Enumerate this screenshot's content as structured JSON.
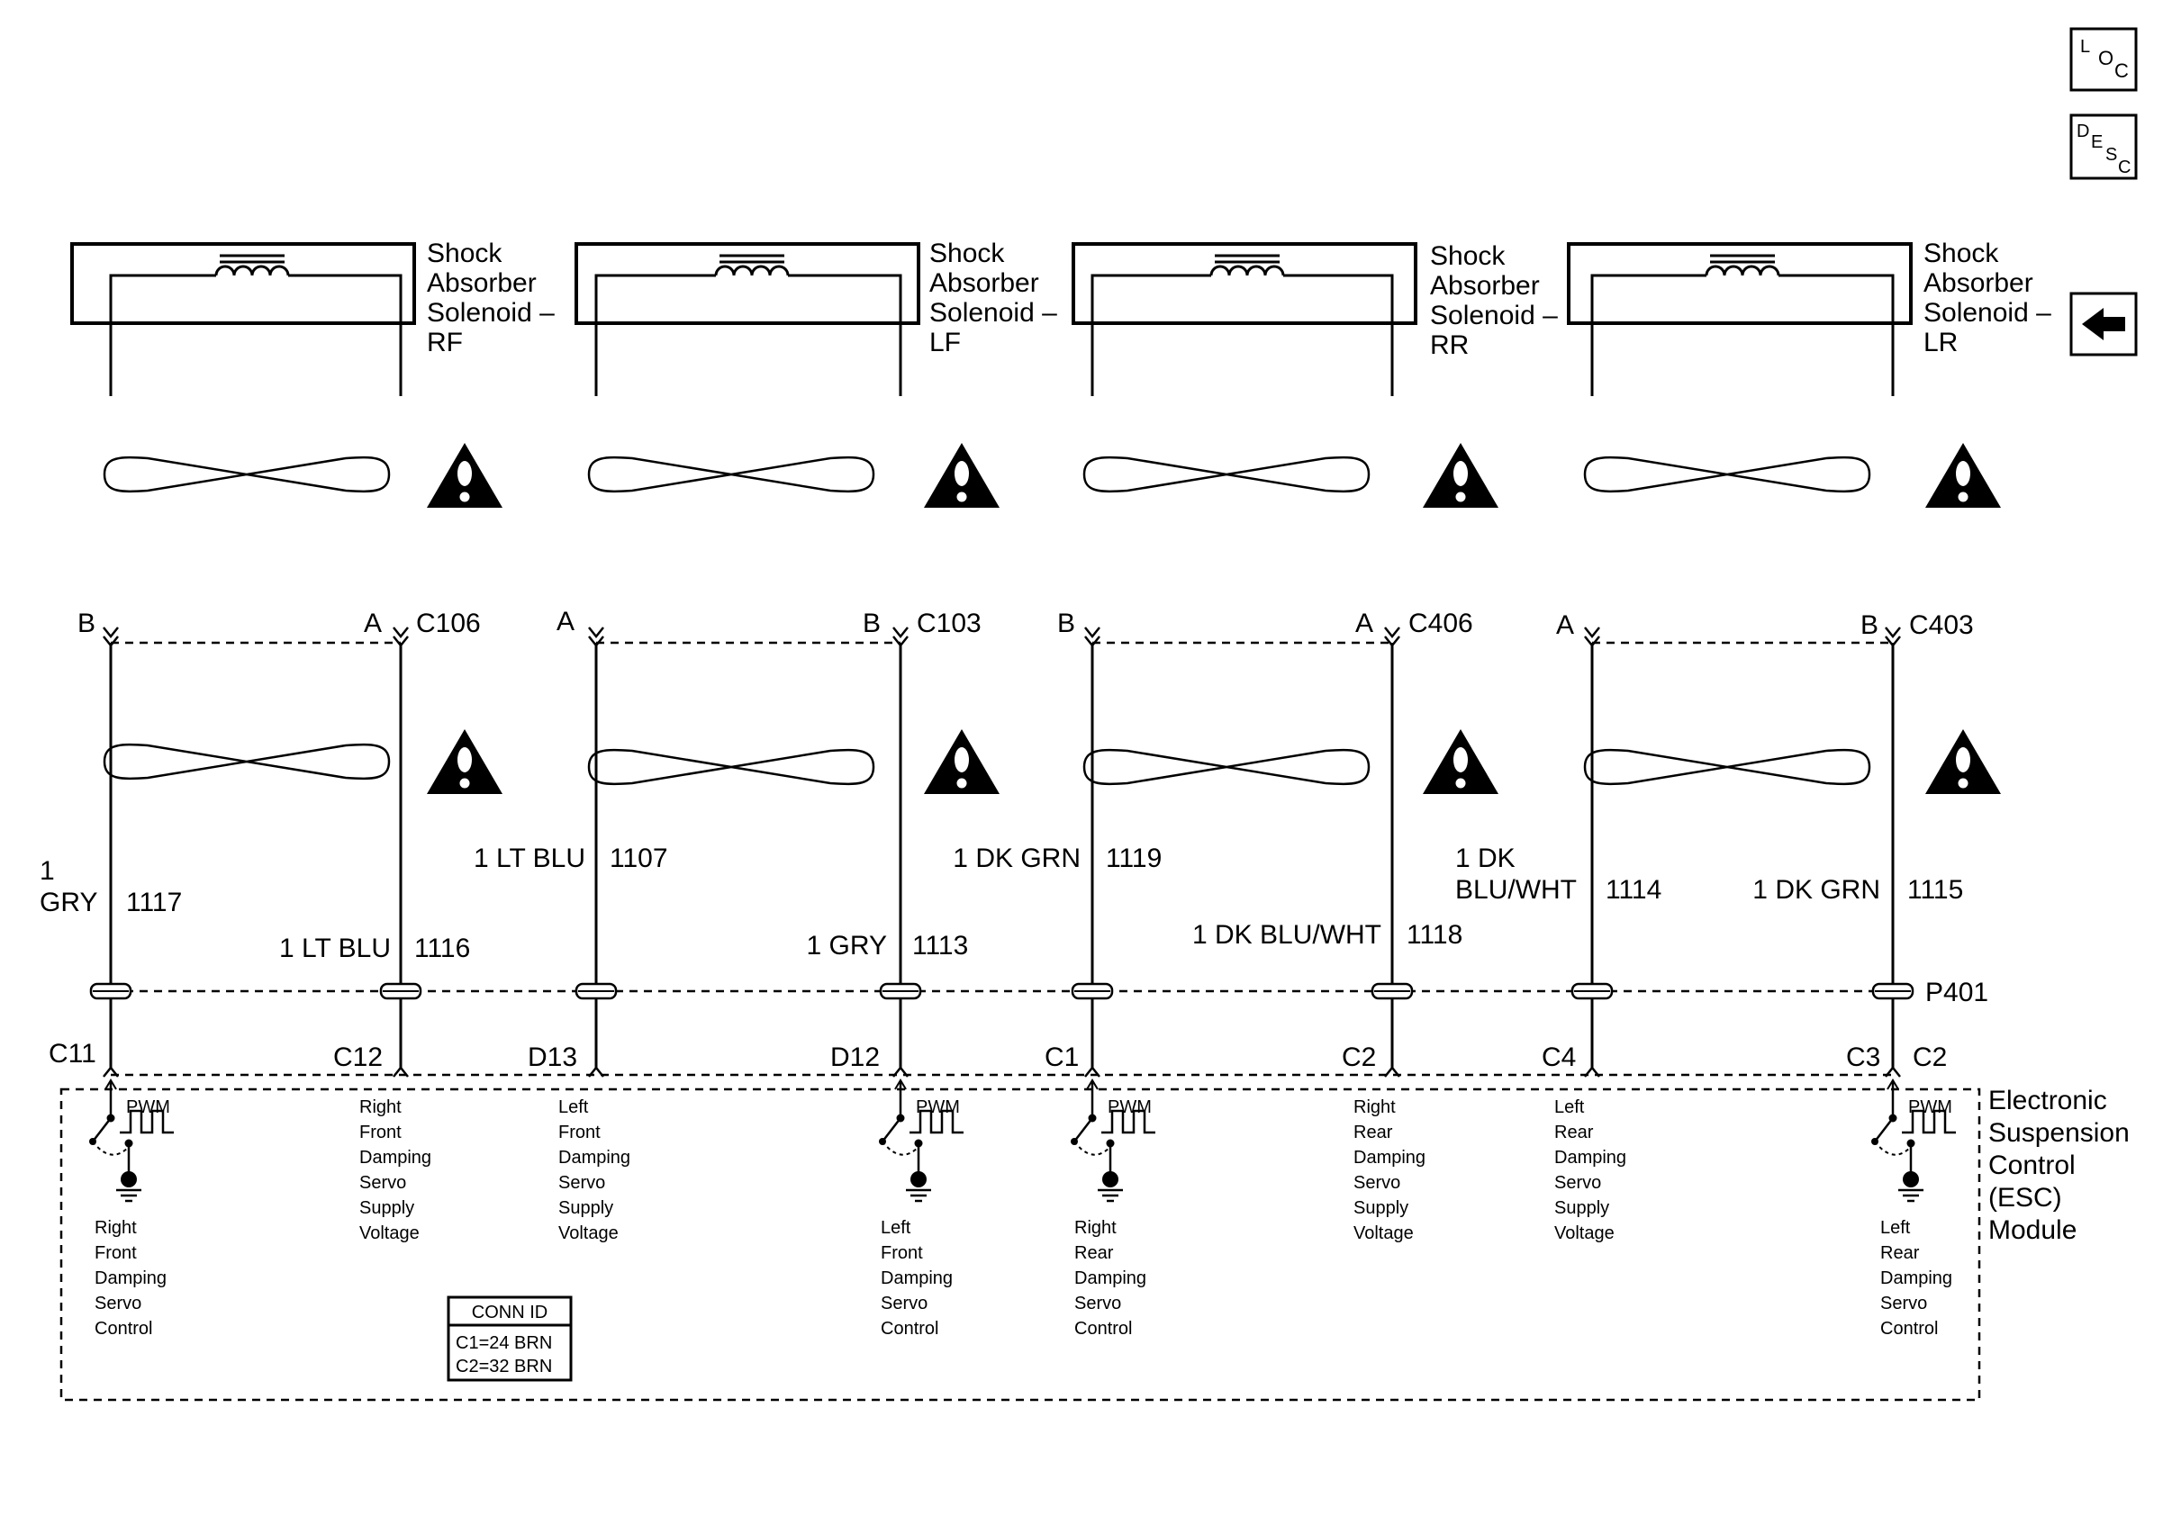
{
  "nav": {
    "loc": {
      "a": "L",
      "b": "O",
      "c": "C"
    },
    "desc": {
      "a": "D",
      "b": "E",
      "c": "S",
      "d": "C"
    }
  },
  "solenoids": [
    {
      "l1": "Shock",
      "l2": "Absorber",
      "l3": "Solenoid –",
      "l4": "RF"
    },
    {
      "l1": "Shock",
      "l2": "Absorber",
      "l3": "Solenoid –",
      "l4": "LF"
    },
    {
      "l1": "Shock",
      "l2": "Absorber",
      "l3": "Solenoid –",
      "l4": "RR"
    },
    {
      "l1": "Shock",
      "l2": "Absorber",
      "l3": "Solenoid –",
      "l4": "LR"
    }
  ],
  "connectors": [
    {
      "id": "C106",
      "left": "B",
      "right": "A"
    },
    {
      "id": "C103",
      "left": "A",
      "right": "B"
    },
    {
      "id": "C406",
      "left": "B",
      "right": "A"
    },
    {
      "id": "C403",
      "left": "A",
      "right": "B"
    }
  ],
  "wires": [
    {
      "color": "1",
      "color2": "GRY",
      "circuit": "1117"
    },
    {
      "color": "1 LT BLU",
      "circuit": "1116"
    },
    {
      "color": "1 LT BLU",
      "circuit": "1107"
    },
    {
      "color": "1 GRY",
      "circuit": "1113"
    },
    {
      "color": "1 DK GRN",
      "circuit": "1119"
    },
    {
      "color": "1 DK BLU/WHT",
      "circuit": "1118"
    },
    {
      "color": "1 DK",
      "color2": "BLU/WHT",
      "circuit": "1114"
    },
    {
      "color": "1 DK GRN",
      "circuit": "1115"
    }
  ],
  "inline_connector": "P401",
  "pins": [
    "C11",
    "C12",
    "D13",
    "D12",
    "C1",
    "C2",
    "C4",
    "C3",
    "C2"
  ],
  "pwm": "PWM",
  "module_terminals": [
    [
      "Right",
      "Front",
      "Damping",
      "Servo",
      "Control"
    ],
    [
      "Right",
      "Front",
      "Damping",
      "Servo",
      "Supply",
      "Voltage"
    ],
    [
      "Left",
      "Front",
      "Damping",
      "Servo",
      "Supply",
      "Voltage"
    ],
    [
      "Left",
      "Front",
      "Damping",
      "Servo",
      "Control"
    ],
    [
      "Right",
      "Rear",
      "Damping",
      "Servo",
      "Control"
    ],
    [
      "Right",
      "Rear",
      "Damping",
      "Servo",
      "Supply",
      "Voltage"
    ],
    [
      "Left",
      "Rear",
      "Damping",
      "Servo",
      "Supply",
      "Voltage"
    ],
    [
      "Left",
      "Rear",
      "Damping",
      "Servo",
      "Control"
    ]
  ],
  "module": {
    "l1": "Electronic",
    "l2": "Suspension",
    "l3": "Control",
    "l4": "(ESC)",
    "l5": "Module"
  },
  "conn_id": {
    "title": "CONN ID",
    "r1": "C1=24 BRN",
    "r2": "C2=32 BRN"
  }
}
